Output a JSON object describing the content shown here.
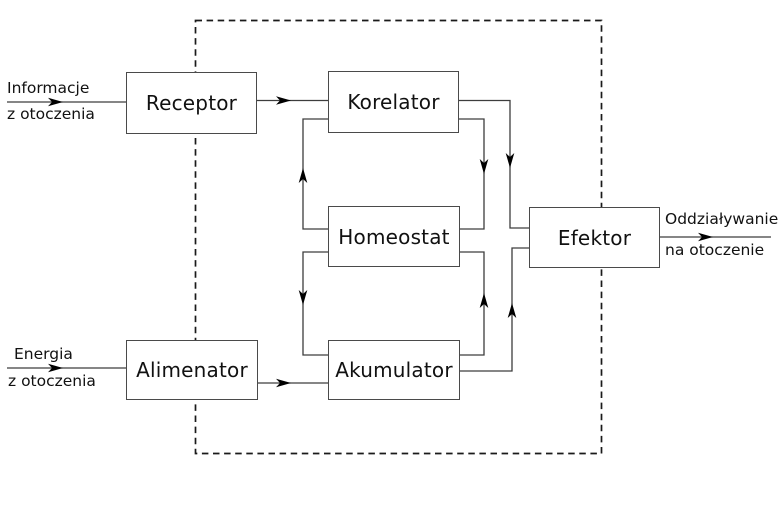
{
  "nodes": {
    "receptor": {
      "label": "Receptor"
    },
    "korelator": {
      "label": "Korelator"
    },
    "homeostat": {
      "label": "Homeostat"
    },
    "akumulator": {
      "label": "Akumulator"
    },
    "alimenator": {
      "label": "Alimenator"
    },
    "efektor": {
      "label": "Efektor"
    }
  },
  "io": {
    "informacje": {
      "line1": "Informacje",
      "line2": "z otoczenia"
    },
    "energia": {
      "line1": "Energia",
      "line2": "z otoczenia"
    },
    "oddzialywanie": {
      "line1": "Oddziaływanie",
      "line2": "na otoczenie"
    }
  },
  "edges": [
    {
      "from": "otoczenie",
      "to": "receptor",
      "label": "Informacje z otoczenia"
    },
    {
      "from": "receptor",
      "to": "korelator",
      "label": ""
    },
    {
      "from": "korelator",
      "to": "homeostat",
      "label": ""
    },
    {
      "from": "homeostat",
      "to": "korelator",
      "label": ""
    },
    {
      "from": "korelator",
      "to": "efektor",
      "label": ""
    },
    {
      "from": "homeostat",
      "to": "akumulator",
      "label": ""
    },
    {
      "from": "akumulator",
      "to": "homeostat",
      "label": ""
    },
    {
      "from": "otoczenie",
      "to": "alimenator",
      "label": "Energia z otoczenia"
    },
    {
      "from": "alimenator",
      "to": "akumulator",
      "label": ""
    },
    {
      "from": "akumulator",
      "to": "efektor",
      "label": ""
    },
    {
      "from": "efektor",
      "to": "otoczenie",
      "label": "Oddziaływanie na otoczenie"
    }
  ],
  "colors": {
    "background": "#ffffff",
    "box_border": "#4a4a4a",
    "connector_line": "#3d3d3d",
    "arrowhead": "#000000",
    "dashed_boundary": "#1a1a1a",
    "text": "#111111"
  }
}
